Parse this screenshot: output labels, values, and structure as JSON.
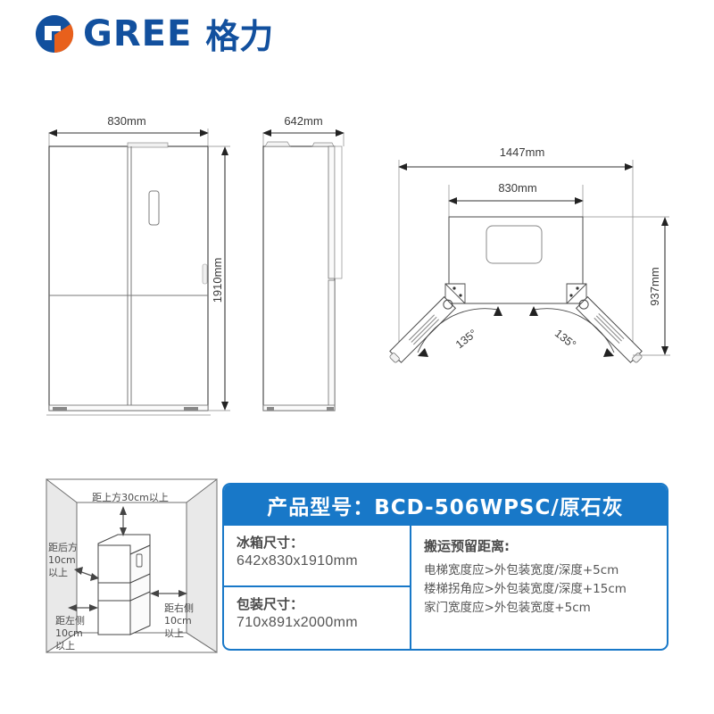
{
  "brand": {
    "logo_icon": "gree-logo-icon",
    "name_latin": "GREE",
    "name_cn": "格力",
    "colors": {
      "blue": "#12509e",
      "orange": "#e8601c"
    }
  },
  "drawings": {
    "front_view": {
      "name": "refrigerator-front-view",
      "width_label": "830mm",
      "height_label": "1910mm"
    },
    "side_view": {
      "name": "refrigerator-side-view",
      "depth_label": "642mm"
    },
    "top_view": {
      "name": "refrigerator-top-view-door-swing",
      "total_width_label": "1447mm",
      "body_width_label": "830mm",
      "depth_label": "937mm",
      "angle_left_label": "135°",
      "angle_right_label": "135°"
    }
  },
  "clearance": {
    "title_icon": "installation-clearance-icon",
    "top": "距上方30cm以上",
    "back": "距后方\n10cm\n以上",
    "back_lines": [
      "距后方",
      "10cm",
      "以上"
    ],
    "left_lines": [
      "距左侧",
      "10cm",
      "以上"
    ],
    "right_lines": [
      "距右侧",
      "10cm",
      "以上"
    ]
  },
  "info_card": {
    "header": "产品型号：BCD-506WPSC/原石灰",
    "accent_color": "#1878c8",
    "fridge_size": {
      "label": "冰箱尺寸：",
      "value": "642x830x1910mm"
    },
    "package_size": {
      "label": "包装尺寸：",
      "value": "710x891x2000mm"
    },
    "transport": {
      "label": "搬运预留距离:",
      "lines": [
        "电梯宽度应>外包装宽度/深度+5cm",
        "楼梯拐角应>外包装宽度/深度+15cm",
        "家门宽度应>外包装宽度+5cm"
      ]
    }
  }
}
